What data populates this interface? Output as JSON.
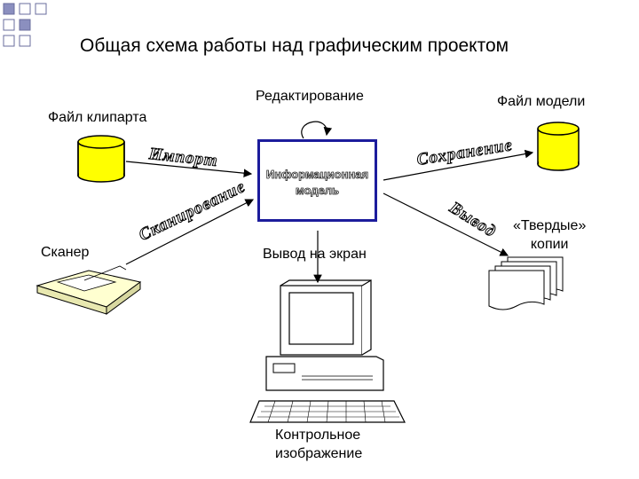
{
  "title": "Общая схема работы над графическим проектом",
  "labels": {
    "editing": "Редактирование",
    "clipart_file": "Файл клипарта",
    "model_file": "Файл модели",
    "scanner": "Сканер",
    "screen_output": "Вывод на экран",
    "hard_copies": "«Твердые»\nкопии",
    "control_image": "Контрольное\nизображение"
  },
  "wordart": {
    "import": "Импорт",
    "scanning": "Сканирование",
    "saving": "Сохранение",
    "output": "Вывод"
  },
  "info_model": "Информационная\nмодель",
  "colors": {
    "cylinder_fill": "#ffff00",
    "box_border": "#1c1c9c",
    "deco_square": "#8b8fbf"
  }
}
